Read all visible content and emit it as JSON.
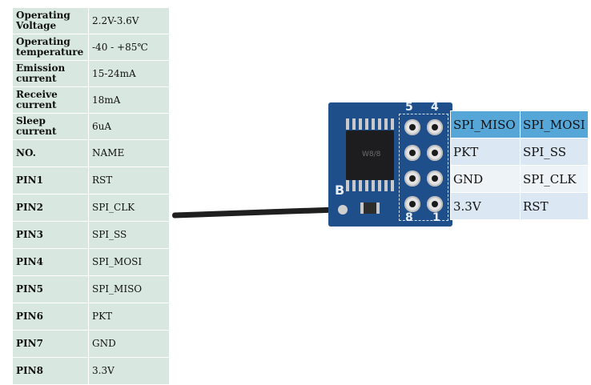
{
  "specs": [
    {
      "label": "Operating Voltage",
      "value": "2.2V-3.6V"
    },
    {
      "label": "Operating temperature",
      "value": "-40 - +85℃"
    },
    {
      "label": "Emission current",
      "value": "15-24mA"
    },
    {
      "label": "Receive current",
      "value": "18mA"
    },
    {
      "label": "Sleep current",
      "value": "6uA"
    }
  ],
  "pinout_header": {
    "no": "NO.",
    "name": "NAME"
  },
  "pins": [
    {
      "no": "PIN1",
      "name": "RST"
    },
    {
      "no": "PIN2",
      "name": "SPI_CLK"
    },
    {
      "no": "PIN3",
      "name": "SPI_SS"
    },
    {
      "no": "PIN4",
      "name": "SPI_MOSI"
    },
    {
      "no": "PIN5",
      "name": "SPI_MISO"
    },
    {
      "no": "PIN6",
      "name": "PKT"
    },
    {
      "no": "PIN7",
      "name": "GND"
    },
    {
      "no": "PIN8",
      "name": "3.3V"
    }
  ],
  "connector": [
    [
      "SPI_MISO",
      "SPI_MOSI"
    ],
    [
      "PKT",
      "SPI_SS"
    ],
    [
      "GND",
      "SPI_CLK"
    ],
    [
      "3.3V",
      "RST"
    ]
  ],
  "board_silk": {
    "top_label": "5",
    "top_label2": "4",
    "bottom_label": "8",
    "bottom_label2": "1",
    "side_label": "B",
    "chip_text": "W8/8"
  }
}
